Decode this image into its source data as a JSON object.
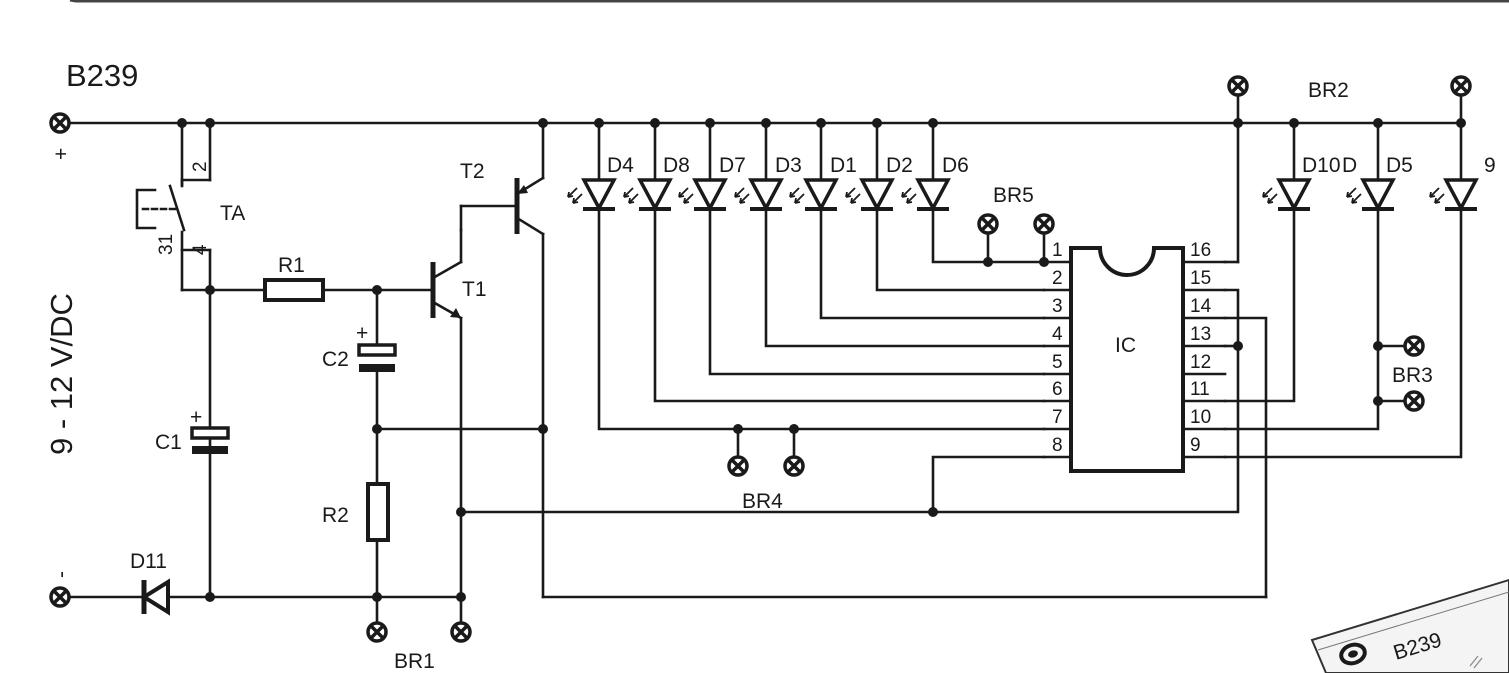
{
  "board_title": "B239",
  "supply_voltage": "9 - 12 V/DC",
  "terminals": {
    "plus": "+",
    "minus": "-"
  },
  "switch": {
    "name": "TA",
    "pin_a": "2",
    "pin_b": "31",
    "pin_c": "4"
  },
  "resistors": {
    "r1": "R1",
    "r2": "R2"
  },
  "capacitors": {
    "c1": "C1",
    "c2": "C2",
    "polarity": "+"
  },
  "transistors": {
    "t1": "T1",
    "t2": "T2"
  },
  "diode": "D11",
  "ic": {
    "name": "IC",
    "left_pins": [
      "1",
      "2",
      "3",
      "4",
      "5",
      "6",
      "7",
      "8"
    ],
    "right_pins": [
      "16",
      "15",
      "14",
      "13",
      "12",
      "11",
      "10",
      "9"
    ]
  },
  "leds_top": [
    "D4",
    "D8",
    "D7",
    "D3",
    "D1",
    "D2",
    "D6"
  ],
  "leds_right": {
    "d10": "D10",
    "d5": "D5",
    "d9": "9",
    "d_prefix": "D"
  },
  "bridges": {
    "br1": "BR1",
    "br2": "BR2",
    "br3": "BR3",
    "br4": "BR4",
    "br5": "BR5"
  },
  "pcb_label": "B239"
}
